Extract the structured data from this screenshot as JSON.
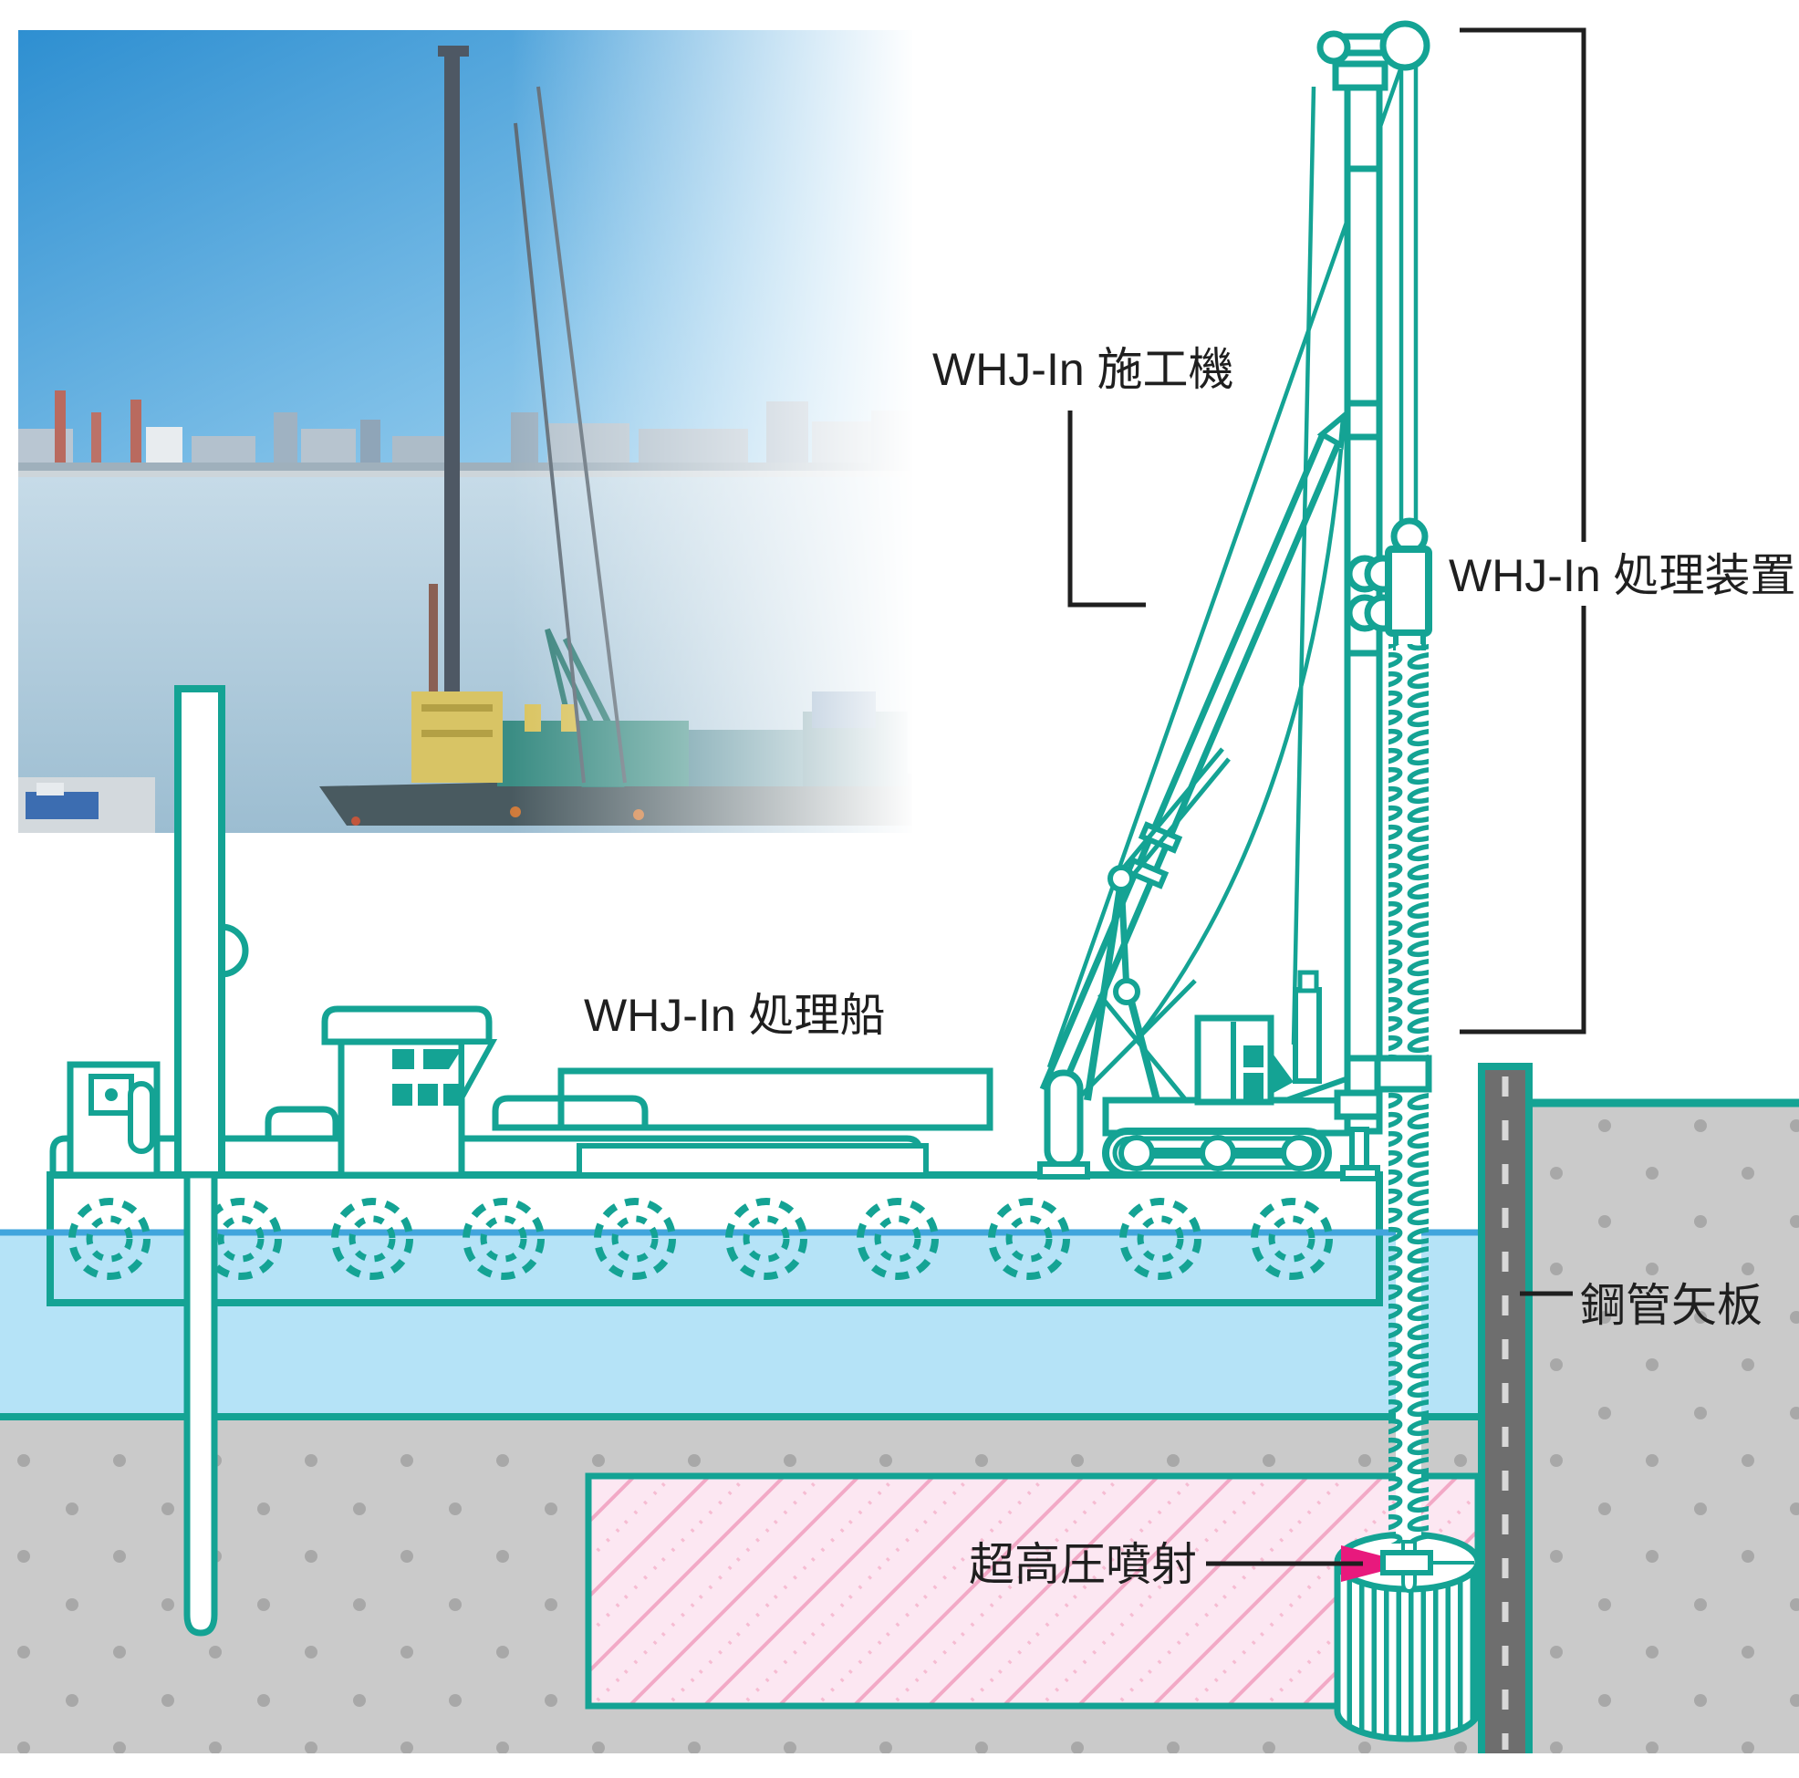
{
  "diagram": {
    "labels": {
      "machine": "WHJ-In 施工機",
      "device": "WHJ-In 処理装置",
      "vessel": "WHJ-In 処理船",
      "sheet_pile": "鋼管矢板",
      "jet": "超高圧噴射"
    },
    "colors": {
      "diagram_teal": "#14A394",
      "water_fill": "#B5E3F7",
      "waterline_blue": "#41A5DD",
      "ground_gray": "#CACACA",
      "ground_dot_gray": "#A8A8A8",
      "sheet_pile_gray": "#6E6E6E",
      "sheet_pile_dash": "#D8D8D8",
      "treated_soil_pink": "#FCE7F2",
      "pink_hatch": "#F2A9C6",
      "jet_magenta": "#E8197D",
      "label_black": "#1F1F1F"
    }
  }
}
